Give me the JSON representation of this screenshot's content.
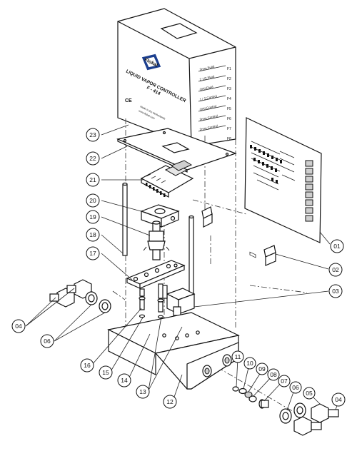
{
  "product": {
    "brand": "Flokal",
    "title": "LIQUID VAPOR CONTROLLER",
    "model": "F - 414",
    "ce_mark": "CE",
    "channel_labels": [
      "F1",
      "F2",
      "F3",
      "F4",
      "F5",
      "F6",
      "F7",
      "F8"
    ]
  },
  "callouts": [
    "01",
    "02",
    "03",
    "04",
    "05",
    "06",
    "07",
    "08",
    "09",
    "10",
    "11",
    "12",
    "13",
    "14",
    "15",
    "16",
    "17",
    "18",
    "19",
    "20",
    "21",
    "22",
    "23",
    "04",
    "06"
  ]
}
